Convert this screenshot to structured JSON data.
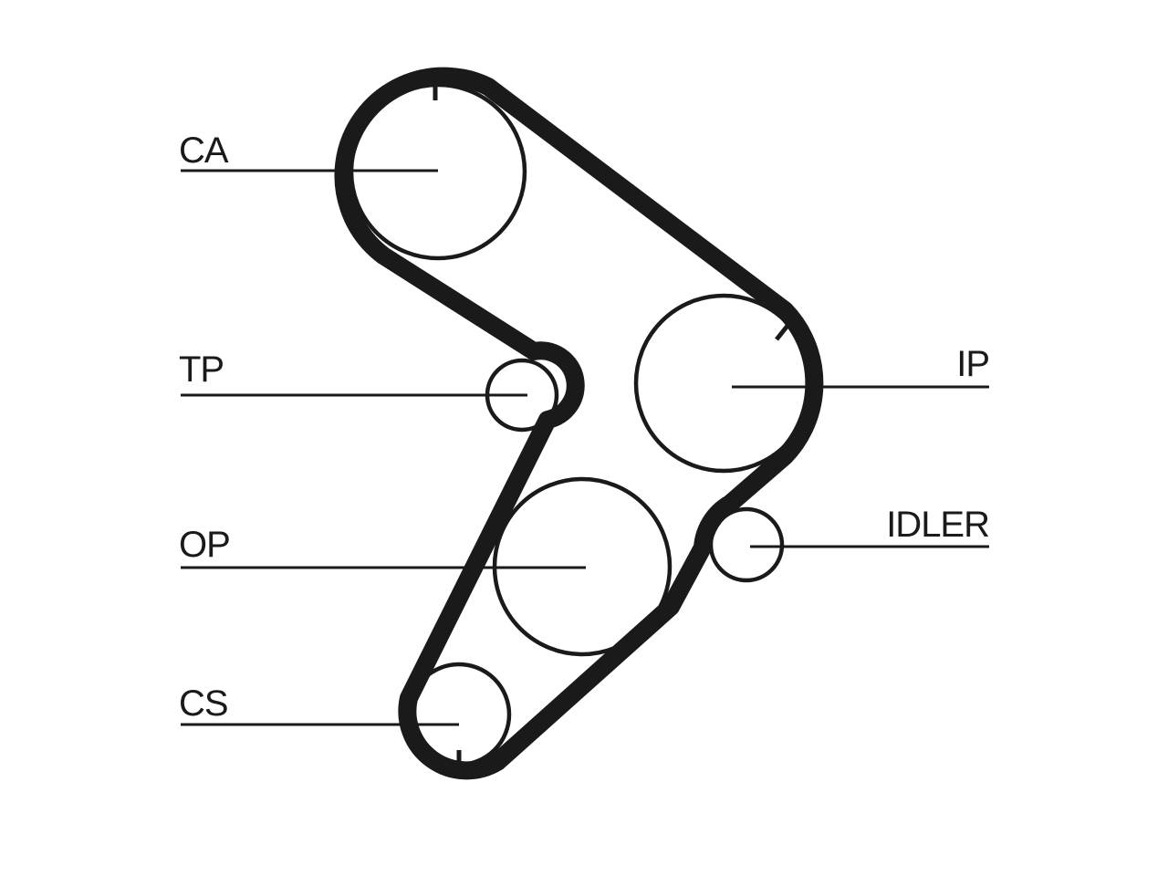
{
  "diagram": {
    "labels": {
      "ca": "CA",
      "tp": "TP",
      "op": "OP",
      "cs": "CS",
      "ip": "IP",
      "idler": "IDLER"
    },
    "colors": {
      "ink": "#1a1a1a",
      "background": "#ffffff"
    }
  }
}
